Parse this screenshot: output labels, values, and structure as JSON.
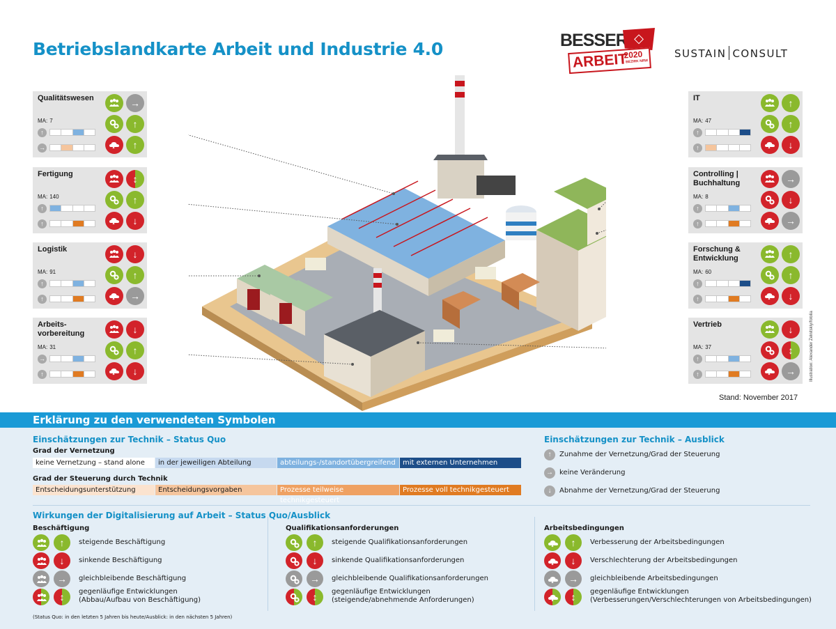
{
  "title": "Betriebslandkarte Arbeit und Industrie 4.0",
  "logo_besser": {
    "line1": "BESSER",
    "line2": "ARBEIT",
    "year": "2020",
    "sub": "BEZIRK NRW"
  },
  "logo_sustain": {
    "left": "SUSTAIN",
    "right": "CONSULT"
  },
  "stand": "Stand: November 2017",
  "credit": "Illustration: Alexander Zelnitskiy/fotolia",
  "colors": {
    "green": "#8ab92d",
    "red": "#d2232a",
    "grey": "#9a9a9a",
    "blue_title": "#1591c7",
    "bar_blue": "#7fb2e0",
    "bar_dark_blue": "#1d4e89",
    "bar_peach": "#f5c59d",
    "bar_orange": "#e07b22"
  },
  "departments": [
    {
      "name": "Qualitätswesen",
      "ma_label": "MA:",
      "ma": "7",
      "vernetzung_arrow": "up",
      "vernetzung_level": 3,
      "steuerung_arrow": "right",
      "steuerung_level": 2,
      "icons": [
        [
          "green",
          "grey"
        ],
        [
          "green",
          "green"
        ],
        [
          "red",
          "green"
        ]
      ]
    },
    {
      "name": "Fertigung",
      "ma_label": "MA:",
      "ma": "140",
      "vernetzung_arrow": "up",
      "vernetzung_level": 1,
      "steuerung_arrow": "up",
      "steuerung_level": 3,
      "icons": [
        [
          "red",
          "split"
        ],
        [
          "green",
          "green"
        ],
        [
          "red",
          "red"
        ]
      ]
    },
    {
      "name": "Logistik",
      "ma_label": "MA:",
      "ma": "91",
      "vernetzung_arrow": "up",
      "vernetzung_level": 3,
      "steuerung_arrow": "up",
      "steuerung_level": 3,
      "icons": [
        [
          "red",
          "red"
        ],
        [
          "green",
          "green"
        ],
        [
          "red",
          "grey"
        ]
      ]
    },
    {
      "name": "Arbeits-\nvorbereitung",
      "ma_label": "MA:",
      "ma": "31",
      "vernetzung_arrow": "right",
      "vernetzung_level": 3,
      "steuerung_arrow": "up",
      "steuerung_level": 3,
      "icons": [
        [
          "red",
          "red"
        ],
        [
          "green",
          "green"
        ],
        [
          "red",
          "red"
        ]
      ]
    },
    {
      "name": "IT",
      "ma_label": "MA:",
      "ma": "47",
      "vernetzung_arrow": "up",
      "vernetzung_level": 4,
      "steuerung_arrow": "up",
      "steuerung_level": 1,
      "icons": [
        [
          "green",
          "green"
        ],
        [
          "green",
          "green"
        ],
        [
          "red",
          "red"
        ]
      ]
    },
    {
      "name": "Controlling |\nBuchhaltung",
      "ma_label": "MA:",
      "ma": "8",
      "vernetzung_arrow": "up",
      "vernetzung_level": 3,
      "steuerung_arrow": "up",
      "steuerung_level": 3,
      "icons": [
        [
          "red",
          "grey"
        ],
        [
          "red",
          "red"
        ],
        [
          "red",
          "grey"
        ]
      ]
    },
    {
      "name": "Forschung &\nEntwicklung",
      "ma_label": "MA:",
      "ma": "60",
      "vernetzung_arrow": "up",
      "vernetzung_level": 4,
      "steuerung_arrow": "up",
      "steuerung_level": 3,
      "icons": [
        [
          "green",
          "green"
        ],
        [
          "green",
          "green"
        ],
        [
          "red",
          "red"
        ]
      ]
    },
    {
      "name": "Vertrieb",
      "ma_label": "MA:",
      "ma": "37",
      "vernetzung_arrow": "up",
      "vernetzung_level": 3,
      "steuerung_arrow": "up",
      "steuerung_level": 3,
      "icons": [
        [
          "green",
          "red"
        ],
        [
          "red",
          "split"
        ],
        [
          "red",
          "grey"
        ]
      ]
    }
  ],
  "legend": {
    "header": "Erklärung zu den verwendeten Symbolen",
    "status_quo_title": "Einschätzungen zur Technik – Status Quo",
    "vernetzung_title": "Grad der Vernetzung",
    "vernetzung_levels": [
      "keine Vernetzung – stand alone",
      "in der jeweiligen Abteilung",
      "abteilungs-/standortübergreifend",
      "mit externen Unternehmen"
    ],
    "steuerung_title": "Grad der Steuerung durch Technik",
    "steuerung_levels": [
      "Entscheidungsunterstützung",
      "Entscheidungsvorgaben",
      "Prozesse teilweise technikgesteuert",
      "Prozesse voll technikgesteuert"
    ],
    "ausblick_title": "Einschätzungen zur Technik – Ausblick",
    "ausblick_items": [
      "Zunahme der Vernetzung/Grad der Steuerung",
      "keine Veränderung",
      "Abnahme der Vernetzung/Grad der Steuerung"
    ],
    "wirkungen_title": "Wirkungen der Digitalisierung auf Arbeit – Status Quo/Ausblick",
    "columns": [
      {
        "title": "Beschäftigung",
        "items": [
          "steigende Beschäftigung",
          "sinkende Beschäftigung",
          "gleichbleibende Beschäftigung",
          "gegenläufige Entwicklungen\n(Abbau/Aufbau von Beschäftigung)"
        ]
      },
      {
        "title": "Qualifikationsanforderungen",
        "items": [
          "steigende Qualifikationsanforderungen",
          "sinkende Qualifikationsanforderungen",
          "gleichbleibende Qualifikationsanforderungen",
          "gegenläufige Entwicklungen\n(steigende/abnehmende Anforderungen)"
        ]
      },
      {
        "title": "Arbeitsbedingungen",
        "items": [
          "Verbesserung der Arbeitsbedingungen",
          "Verschlechterung der Arbeitsbedingungen",
          "gleichbleibende Arbeitsbedingungen",
          "gegenläufige Entwicklungen\n(Verbesserungen/Verschlechterungen von Arbeitsbedingungen)"
        ]
      }
    ],
    "footnote": "(Status Quo: in den letzten 5 Jahren bis heute/Ausblick: in den nächsten 5 Jahren)"
  }
}
